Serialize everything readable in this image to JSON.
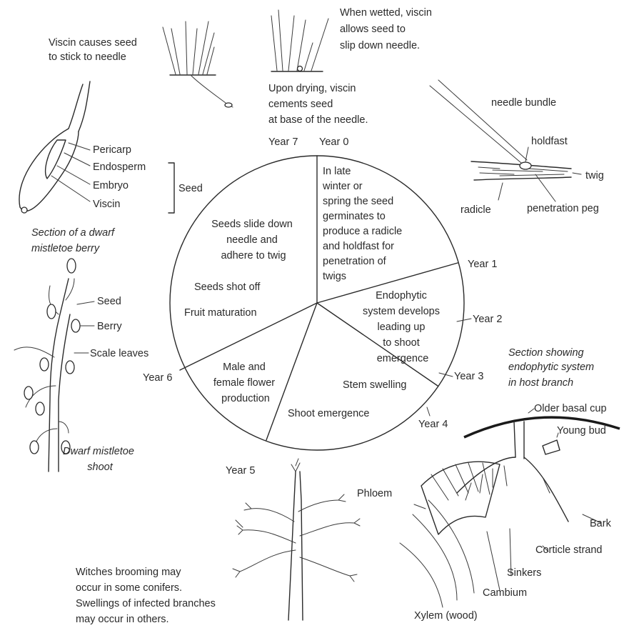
{
  "labels": {
    "viscin_stick": [
      "Viscin causes seed",
      "to stick to needle"
    ],
    "viscin_wetted": [
      "When wetted, viscin",
      "allows seed to",
      "slip down needle."
    ],
    "viscin_drying": [
      "Upon drying, viscin",
      "cements seed",
      "at base of the needle."
    ],
    "needle_bundle": "needle bundle",
    "holdfast": "holdfast",
    "twig": "twig",
    "radicle": "radicle",
    "penetration_peg": "penetration peg",
    "pericarp": "Pericarp",
    "endosperm": "Endosperm",
    "embryo": "Embryo",
    "viscin": "Viscin",
    "seed_bracket": "Seed",
    "berry_section_caption": [
      "Section of a dwarf",
      "mistletoe berry"
    ],
    "shoot_seed": "Seed",
    "shoot_berry": "Berry",
    "scale_leaves": "Scale leaves",
    "shoot_caption": [
      "Dwarf mistletoe",
      "shoot"
    ],
    "endophytic_caption": [
      "Section showing",
      "endophytic system",
      "in host branch"
    ],
    "older_basal_cup": "Older basal cup",
    "young_bud": "Young bud",
    "phloem": "Phloem",
    "bark": "Bark",
    "corticle_strand": "Corticle strand",
    "sinkers": "Sinkers",
    "cambium": "Cambium",
    "xylem": "Xylem (wood)",
    "brooming_note": [
      "Witches brooming may",
      "occur in some conifers.",
      "Swellings of infected branches",
      "may occur in others."
    ]
  },
  "cycle": {
    "years": [
      "Year 7",
      "Year 0",
      "Year 1",
      "Year 2",
      "Year 3",
      "Year 4",
      "Year 5",
      "Year 6"
    ],
    "stages": {
      "germination": [
        "In late",
        "winter or",
        "spring the seed",
        "germinates to",
        "produce a radicle",
        "and holdfast for",
        "penetration of",
        "twigs"
      ],
      "endophytic": [
        "Endophytic",
        "system develops",
        "leading up",
        "to shoot",
        "emergence"
      ],
      "stem_swelling": "Stem swelling",
      "shoot_emergence": "Shoot emergence",
      "flower_production": [
        "Male and",
        "female flower",
        "production"
      ],
      "fruit_maturation": "Fruit maturation",
      "seeds_shot": "Seeds shot off",
      "seeds_slide": [
        "Seeds slide down",
        "needle and",
        "adhere to twig"
      ]
    }
  },
  "colors": {
    "ink": "#2a2a2a",
    "background": "#ffffff"
  }
}
